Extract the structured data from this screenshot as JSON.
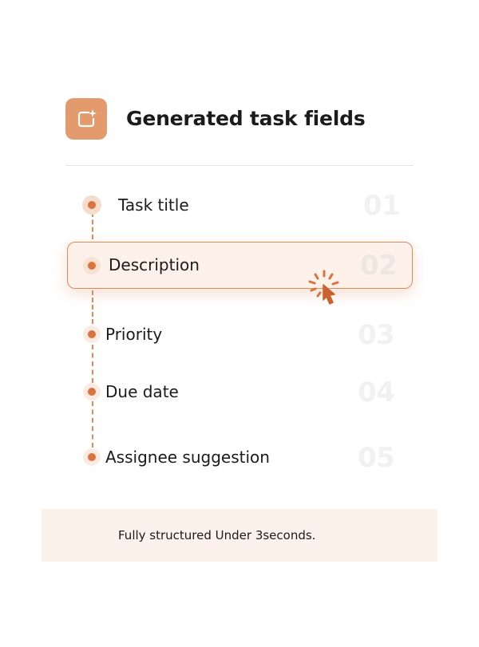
{
  "header": {
    "title": "Generated task fields",
    "icon": "sparkle-window-icon",
    "icon_color": "#e39a6c"
  },
  "steps": [
    {
      "label": "Task title",
      "number": "01",
      "active": false
    },
    {
      "label": "Description",
      "number": "02",
      "active": true
    },
    {
      "label": "Priority",
      "number": "03",
      "active": false
    },
    {
      "label": "Due date",
      "number": "04",
      "active": false
    },
    {
      "label": "Assignee suggestion",
      "number": "05",
      "active": false
    }
  ],
  "footer": {
    "text": "Fully structured Under 3seconds."
  },
  "colors": {
    "accent": "#d9733f",
    "accent_border": "#e08a5a",
    "highlight_bg": "#fdf1ea",
    "footer_bg": "#fcf1eb"
  },
  "cursor_icon": "click-cursor-icon"
}
